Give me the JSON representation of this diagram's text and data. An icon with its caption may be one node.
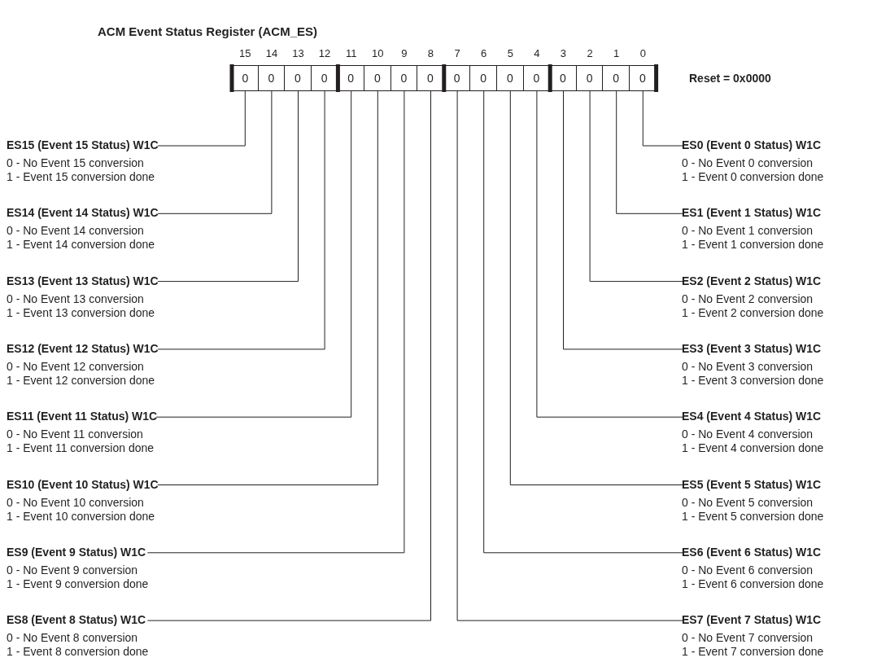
{
  "diagram": {
    "title": "ACM Event Status Register (ACM_ES)",
    "nodes": [
      {
        "text": [
          "0"
        ],
        "beside": [
          "15"
        ]
      },
      {
        "text": [
          "0"
        ],
        "beside": [
          "14"
        ]
      },
      {
        "text": [
          "0"
        ],
        "beside": [
          "13"
        ]
      },
      {
        "text": [
          "0"
        ],
        "beside": [
          "12"
        ]
      },
      {
        "text": [
          "0"
        ],
        "beside": [
          "11"
        ]
      },
      {
        "text": [
          "0"
        ],
        "beside": [
          "10"
        ]
      },
      {
        "text": [
          "0"
        ],
        "beside": [
          "9"
        ]
      },
      {
        "text": [
          "0"
        ],
        "beside": [
          "8"
        ]
      },
      {
        "text": [
          "0"
        ],
        "beside": [
          "7"
        ]
      },
      {
        "text": [
          "0"
        ],
        "beside": [
          "6"
        ]
      },
      {
        "text": [
          "0"
        ],
        "beside": [
          "5"
        ]
      },
      {
        "text": [
          "0"
        ],
        "beside": [
          "4"
        ]
      },
      {
        "text": [
          "0"
        ],
        "beside": [
          "3"
        ]
      },
      {
        "text": [
          "0"
        ],
        "beside": [
          "2"
        ]
      },
      {
        "text": [
          "0"
        ],
        "beside": [
          "1"
        ]
      },
      {
        "text": [
          "0"
        ],
        "beside": [
          "0"
        ]
      },
      {
        "text": [
          "ES15 (Event 15 Status) W1C",
          "0 - No Event 15 conversion",
          "1 - Event 15 conversion done"
        ]
      },
      {
        "text": [
          "ES14 (Event 14 Status) W1C",
          "0 - No Event 14 conversion",
          "1 - Event 14 conversion done"
        ]
      },
      {
        "text": [
          "ES13 (Event 13 Status) W1C",
          "0 - No Event 13 conversion",
          "1 - Event 13 conversion done"
        ]
      },
      {
        "text": [
          "ES12 (Event 12 Status) W1C",
          "0 - No Event 12 conversion",
          "1 - Event 12 conversion done"
        ]
      },
      {
        "text": [
          "ES11 (Event 11 Status) W1C",
          "0 - No Event 11 conversion",
          "1 - Event 11 conversion done"
        ]
      },
      {
        "text": [
          "ES10 (Event 10 Status) W1C",
          "0 - No Event 10 conversion",
          "1 - Event 10 conversion done"
        ]
      },
      {
        "text": [
          "ES9 (Event 9 Status) W1C",
          "0 - No Event 9 conversion",
          "1 - Event 9 conversion done"
        ]
      },
      {
        "text": [
          "ES8 (Event 8 Status) W1C",
          "0 - No Event 8 conversion",
          "1 - Event 8 conversion done"
        ]
      },
      {
        "text": [
          "ES0 (Event 0 Status) W1C",
          "0 - No Event 0 conversion",
          "1 - Event 0 conversion done"
        ]
      },
      {
        "text": [
          "ES1 (Event 1 Status) W1C",
          "0 - No Event 1 conversion",
          "1 - Event 1 conversion done"
        ]
      },
      {
        "text": [
          "ES2 (Event 2 Status) W1C",
          "0 - No Event 2 conversion",
          "1 - Event 2 conversion done"
        ]
      },
      {
        "text": [
          "ES3 (Event 3 Status) W1C",
          "0 - No Event 3 conversion",
          "1 - Event 3 conversion done"
        ]
      },
      {
        "text": [
          "ES4 (Event 4 Status) W1C",
          "0 - No Event 4 conversion",
          "1 - Event 4 conversion done"
        ]
      },
      {
        "text": [
          "ES5 (Event 5 Status) W1C",
          "0 - No Event 5 conversion",
          "1 - Event 5 conversion done"
        ]
      },
      {
        "text": [
          "ES6 (Event 6 Status) W1C",
          "0 - No Event 6 conversion",
          "1 - Event 6 conversion done"
        ]
      },
      {
        "text": [
          "ES7 (Event 7 Status) W1C",
          "0 - No Event 7 conversion",
          "1 - Event 7 conversion done"
        ]
      }
    ],
    "edges": [
      {
        "from": 16,
        "to": 0,
        "arrow": "none"
      },
      {
        "from": 17,
        "to": 1,
        "arrow": "none"
      },
      {
        "from": 18,
        "to": 2,
        "arrow": "none"
      },
      {
        "from": 19,
        "to": 3,
        "arrow": "none"
      },
      {
        "from": 20,
        "to": 4,
        "arrow": "none"
      },
      {
        "from": 21,
        "to": 5,
        "arrow": "none"
      },
      {
        "from": 22,
        "to": 6,
        "arrow": "none"
      },
      {
        "from": 23,
        "to": 7,
        "arrow": "none"
      },
      {
        "from": 24,
        "to": 15,
        "arrow": "none"
      },
      {
        "from": 25,
        "to": 14,
        "arrow": "none"
      },
      {
        "from": 26,
        "to": 13,
        "arrow": "none"
      },
      {
        "from": 27,
        "to": 12,
        "arrow": "none"
      },
      {
        "from": 28,
        "to": 11,
        "arrow": "none"
      },
      {
        "from": 29,
        "to": 10,
        "arrow": "none"
      },
      {
        "from": 30,
        "to": 9,
        "arrow": "none"
      },
      {
        "from": 31,
        "to": 8,
        "arrow": "none"
      }
    ],
    "labels": [
      "Reset = 0x0000"
    ]
  }
}
